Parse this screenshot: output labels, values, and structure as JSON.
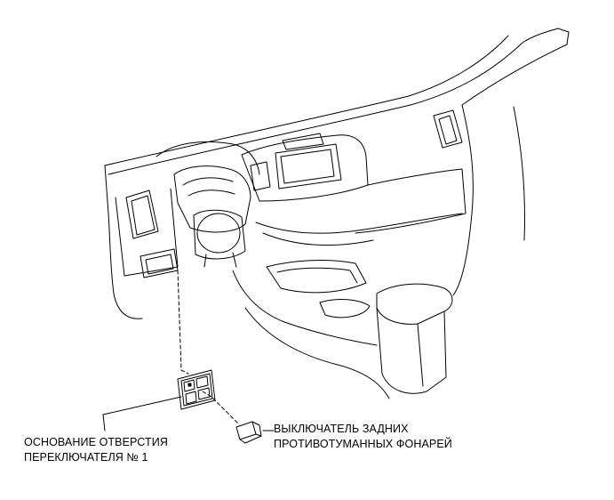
{
  "callouts": {
    "switch_base": {
      "line1": "ОСНОВАНИЕ ОТВЕРСТИЯ",
      "line2": "ПЕРЕКЛЮЧАТЕЛЯ № 1"
    },
    "fog_switch": {
      "line1": "ВЫКЛЮЧАТЕЛЬ ЗАДНИХ",
      "line2": "ПРОТИВОТУМАННЫХ ФОНАРЕЙ"
    }
  },
  "colors": {
    "line": "#000000",
    "background": "#ffffff"
  }
}
